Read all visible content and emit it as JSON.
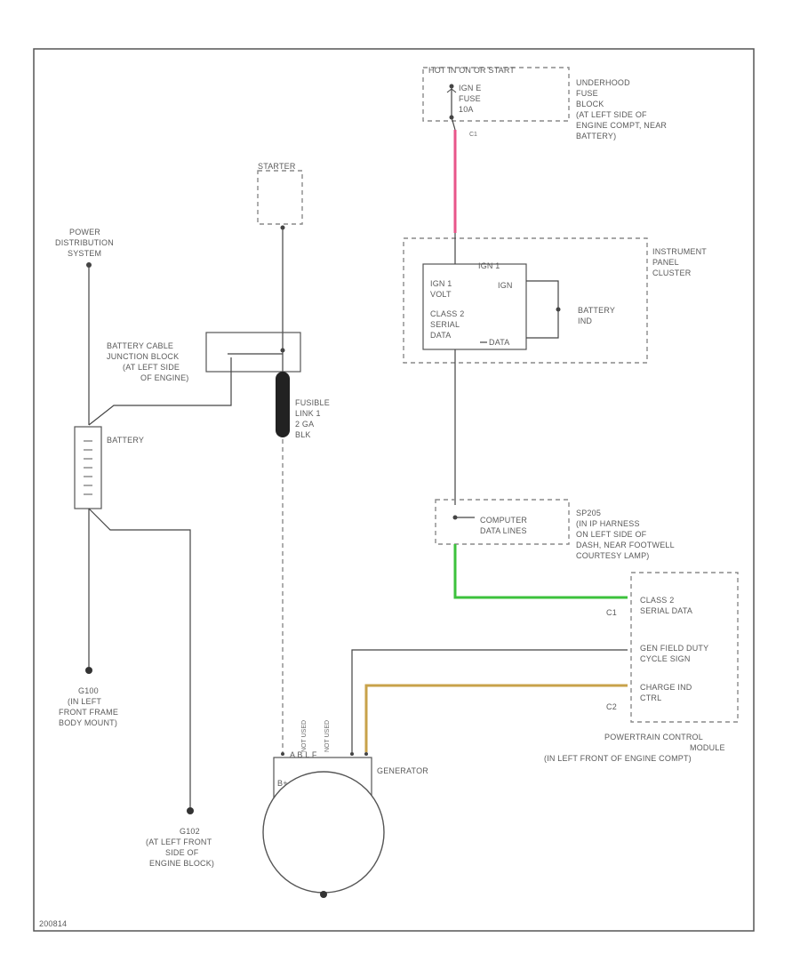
{
  "colors": {
    "wire_default": "#444444",
    "wire_pink": "#e8558a",
    "wire_green": "#3cc23c",
    "wire_tan": "#c8a24a",
    "dashed_outline": "#8a8a8a"
  },
  "labels": {
    "hot_top": "HOT IN ON OR START",
    "ufb_l1": "UNDERHOOD",
    "ufb_l2": "FUSE",
    "ufb_l3": "BLOCK",
    "ufb_l4": "(AT LEFT SIDE OF",
    "ufb_l5": "ENGINE COMPT, NEAR",
    "ufb_l6": "BATTERY)",
    "fuse_l1": "IGN E",
    "fuse_l2": "FUSE",
    "fuse_l3": "10A",
    "ufb_conn": "C1",
    "starter": "STARTER",
    "pd_l1": "POWER",
    "pd_l2": "DISTRIBUTION",
    "pd_l3": "SYSTEM",
    "bcj_l1": "BATTERY CABLE",
    "bcj_l2": "JUNCTION BLOCK",
    "bcj_l3": "(AT LEFT SIDE",
    "bcj_l4": "OF ENGINE)",
    "battery": "BATTERY",
    "fl_l1": "FUSIBLE",
    "fl_l2": "LINK 1",
    "fl_l3": "2 GA",
    "fl_l4": "BLK",
    "ipc_l1": "INSTRUMENT",
    "ipc_l2": "PANEL",
    "ipc_l3": "CLUSTER",
    "ipc_top": "IGN 1",
    "ipc_ign": "IGN 1",
    "ipc_volt": "VOLT",
    "ipc_class2_l1": "CLASS 2",
    "ipc_class2_l2": "SERIAL",
    "ipc_class2_l3": "DATA",
    "ipc_ign_right": "IGN",
    "ipc_data_right": "DATA",
    "batt_ind_l1": "BATTERY",
    "batt_ind_l2": "IND",
    "sp_computer_l1": "COMPUTER",
    "sp_computer_l2": "DATA LINES",
    "sp_l1": "SP205",
    "sp_l2": "(IN IP HARNESS",
    "sp_l3": "ON LEFT SIDE OF",
    "sp_l4": "DASH, NEAR FOOTWELL",
    "sp_l5": "COURTESY LAMP)",
    "pcm_class2_l1": "CLASS 2",
    "pcm_class2_l2": "SERIAL DATA",
    "pcm_c1": "C1",
    "pcm_field_l1": "GEN FIELD DUTY",
    "pcm_field_l2": "CYCLE SIGN",
    "pcm_charge_l1": "CHARGE IND",
    "pcm_charge_l2": "CTRL",
    "pcm_c2": "C2",
    "pcm_name_l1": "POWERTRAIN CONTROL",
    "pcm_name_l2": "MODULE",
    "pcm_name_l3": "(IN LEFT FRONT OF ENGINE COMPT)",
    "g100_l1": "G100",
    "g100_l2": "(IN LEFT",
    "g100_l3": "FRONT FRAME",
    "g100_l4": "BODY MOUNT)",
    "g102_l1": "G102",
    "g102_l2": "(AT LEFT FRONT",
    "g102_l3": "SIDE OF",
    "g102_l4": "ENGINE BLOCK)",
    "generator": "GENERATOR",
    "gen_pins": "A  B     L  F",
    "gen_b": "B+",
    "not_used_1": "NOT USED",
    "not_used_2": "NOT USED",
    "footer": "200814"
  }
}
